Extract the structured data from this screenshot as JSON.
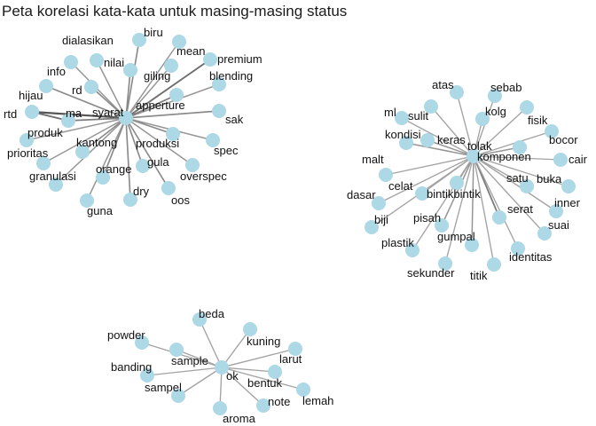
{
  "title": "Peta korelasi kata-kata untuk masing-masing status",
  "colors": {
    "node": "#add8e6",
    "edge_dark": "#555555",
    "edge_light": "#cccccc"
  },
  "components": [
    {
      "hub": "syarat",
      "nodes": [
        {
          "w": "syarat"
        },
        {
          "w": "biru"
        },
        {
          "w": "dialasikan"
        },
        {
          "w": "mean"
        },
        {
          "w": "premium"
        },
        {
          "w": "info"
        },
        {
          "w": "nilai"
        },
        {
          "w": "giling"
        },
        {
          "w": "blending"
        },
        {
          "w": "hijau"
        },
        {
          "w": "rd"
        },
        {
          "w": "apperture"
        },
        {
          "w": "rtd"
        },
        {
          "w": "ma"
        },
        {
          "w": "sak"
        },
        {
          "w": "produk"
        },
        {
          "w": "kantong"
        },
        {
          "w": "produksi"
        },
        {
          "w": "spec"
        },
        {
          "w": "prioritas"
        },
        {
          "w": "granulasi"
        },
        {
          "w": "orange"
        },
        {
          "w": "gula"
        },
        {
          "w": "overspec"
        },
        {
          "w": "dry"
        },
        {
          "w": "oos"
        },
        {
          "w": "guna"
        }
      ],
      "edges": [
        [
          "syarat",
          "biru",
          0.6
        ],
        [
          "syarat",
          "dialasikan",
          0.5
        ],
        [
          "syarat",
          "mean",
          0.5
        ],
        [
          "syarat",
          "premium",
          0.8
        ],
        [
          "syarat",
          "info",
          0.5
        ],
        [
          "syarat",
          "nilai",
          0.6
        ],
        [
          "syarat",
          "giling",
          0.5
        ],
        [
          "syarat",
          "blending",
          0.5
        ],
        [
          "syarat",
          "hijau",
          0.6
        ],
        [
          "syarat",
          "rd",
          0.6
        ],
        [
          "syarat",
          "apperture",
          0.7
        ],
        [
          "syarat",
          "rtd",
          1.0
        ],
        [
          "syarat",
          "ma",
          0.7
        ],
        [
          "syarat",
          "sak",
          0.6
        ],
        [
          "syarat",
          "produk",
          0.5
        ],
        [
          "syarat",
          "kantong",
          0.6
        ],
        [
          "syarat",
          "produksi",
          0.6
        ],
        [
          "syarat",
          "spec",
          0.5
        ],
        [
          "syarat",
          "prioritas",
          0.5
        ],
        [
          "syarat",
          "granulasi",
          0.5
        ],
        [
          "syarat",
          "orange",
          0.6
        ],
        [
          "syarat",
          "gula",
          0.6
        ],
        [
          "syarat",
          "overspec",
          0.5
        ],
        [
          "syarat",
          "dry",
          0.6
        ],
        [
          "syarat",
          "oos",
          0.6
        ],
        [
          "syarat",
          "guna",
          0.5
        ],
        [
          "rtd",
          "ma",
          0.8
        ]
      ]
    },
    {
      "hub": "tolak",
      "nodes": [
        {
          "w": "tolak"
        },
        {
          "w": "atas"
        },
        {
          "w": "sebab"
        },
        {
          "w": "ml"
        },
        {
          "w": "sulit"
        },
        {
          "w": "kolg"
        },
        {
          "w": "fisik"
        },
        {
          "w": "kondisi"
        },
        {
          "w": "keras"
        },
        {
          "w": "bocor"
        },
        {
          "w": "malt"
        },
        {
          "w": "komponen"
        },
        {
          "w": "cair"
        },
        {
          "w": "celat"
        },
        {
          "w": "bintikbintik"
        },
        {
          "w": "satu"
        },
        {
          "w": "buka"
        },
        {
          "w": "dasar"
        },
        {
          "w": "inner"
        },
        {
          "w": "biji"
        },
        {
          "w": "pisah"
        },
        {
          "w": "serat"
        },
        {
          "w": "suai"
        },
        {
          "w": "plastik"
        },
        {
          "w": "gumpal"
        },
        {
          "w": "identitas"
        },
        {
          "w": "sekunder"
        },
        {
          "w": "titik"
        }
      ],
      "edges": [
        [
          "tolak",
          "atas",
          0.4
        ],
        [
          "tolak",
          "sebab",
          0.4
        ],
        [
          "tolak",
          "ml",
          0.4
        ],
        [
          "tolak",
          "sulit",
          0.4
        ],
        [
          "tolak",
          "kolg",
          0.4
        ],
        [
          "tolak",
          "fisik",
          0.4
        ],
        [
          "tolak",
          "kondisi",
          0.5
        ],
        [
          "tolak",
          "keras",
          0.5
        ],
        [
          "tolak",
          "bocor",
          0.4
        ],
        [
          "tolak",
          "malt",
          0.4
        ],
        [
          "tolak",
          "komponen",
          0.5
        ],
        [
          "tolak",
          "cair",
          0.4
        ],
        [
          "tolak",
          "celat",
          0.4
        ],
        [
          "tolak",
          "bintikbintik",
          0.6
        ],
        [
          "tolak",
          "satu",
          0.4
        ],
        [
          "tolak",
          "buka",
          0.4
        ],
        [
          "tolak",
          "dasar",
          0.4
        ],
        [
          "tolak",
          "inner",
          0.4
        ],
        [
          "tolak",
          "biji",
          0.4
        ],
        [
          "tolak",
          "pisah",
          0.5
        ],
        [
          "tolak",
          "serat",
          0.7
        ],
        [
          "tolak",
          "suai",
          0.4
        ],
        [
          "tolak",
          "plastik",
          0.4
        ],
        [
          "tolak",
          "gumpal",
          0.5
        ],
        [
          "tolak",
          "identitas",
          0.4
        ],
        [
          "tolak",
          "sekunder",
          0.4
        ],
        [
          "tolak",
          "titik",
          0.4
        ]
      ]
    },
    {
      "hub": "ok",
      "nodes": [
        {
          "w": "ok"
        },
        {
          "w": "beda"
        },
        {
          "w": "powder"
        },
        {
          "w": "kuning"
        },
        {
          "w": "larut"
        },
        {
          "w": "sample"
        },
        {
          "w": "banding"
        },
        {
          "w": "bentuk"
        },
        {
          "w": "sampel"
        },
        {
          "w": "lemah"
        },
        {
          "w": "note"
        },
        {
          "w": "aroma"
        }
      ],
      "edges": [
        [
          "ok",
          "beda",
          0.4
        ],
        [
          "ok",
          "powder",
          0.4
        ],
        [
          "ok",
          "kuning",
          0.4
        ],
        [
          "ok",
          "larut",
          0.4
        ],
        [
          "ok",
          "sample",
          0.4
        ],
        [
          "ok",
          "banding",
          0.4
        ],
        [
          "ok",
          "bentuk",
          0.4
        ],
        [
          "ok",
          "sampel",
          0.4
        ],
        [
          "ok",
          "lemah",
          0.4
        ],
        [
          "ok",
          "note",
          0.4
        ],
        [
          "ok",
          "aroma",
          0.4
        ]
      ]
    }
  ]
}
